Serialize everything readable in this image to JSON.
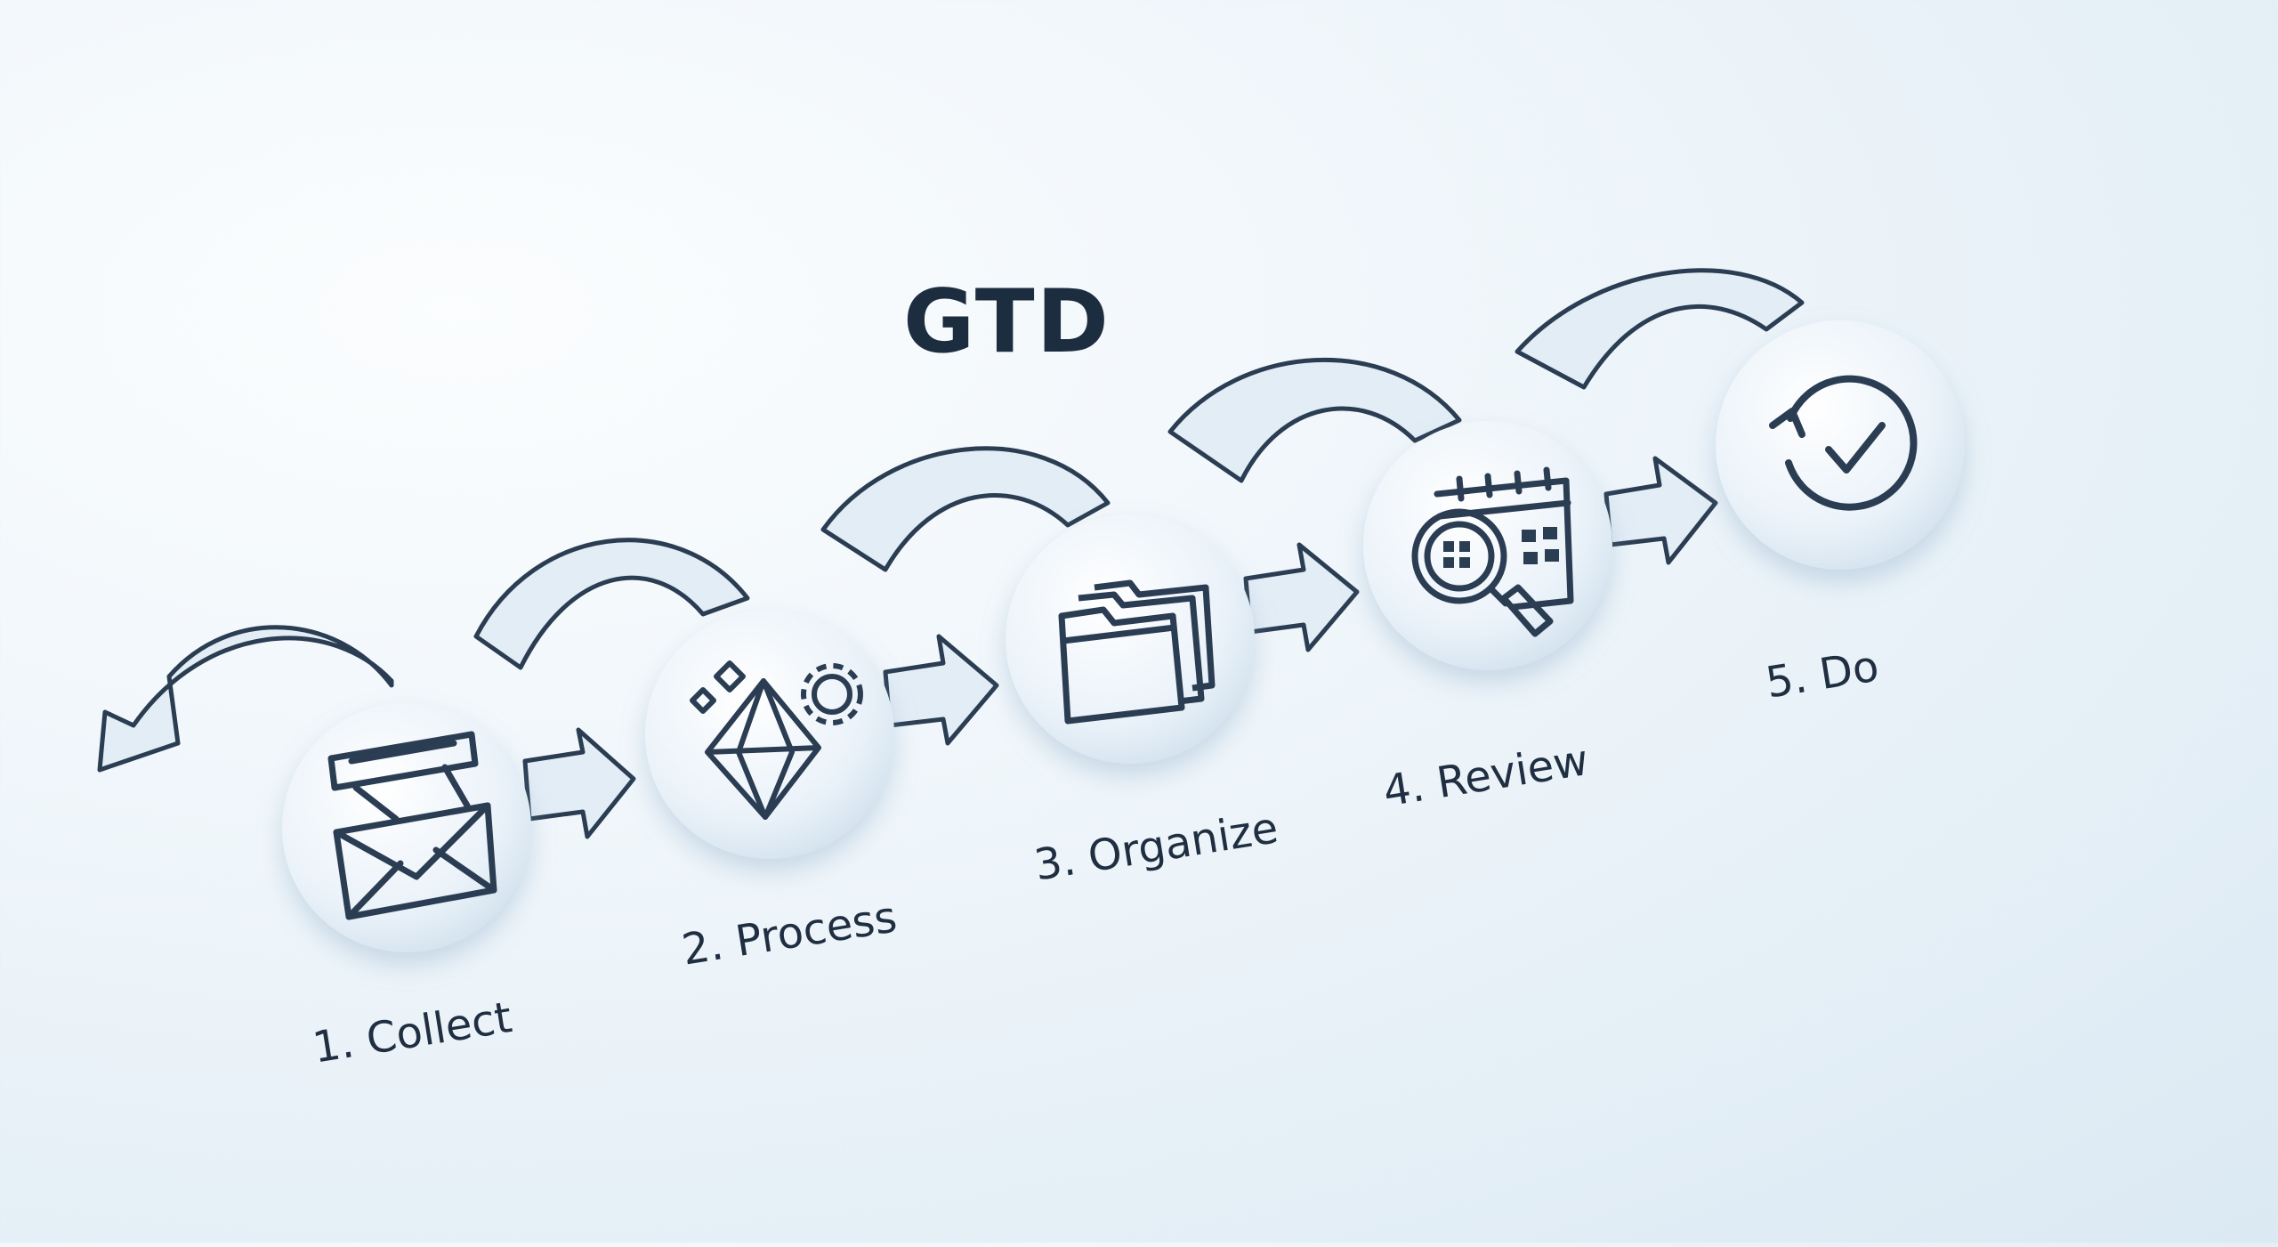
{
  "diagram": {
    "title": "GTD",
    "steps": [
      {
        "label": "1. Collect",
        "icon": "inbox-envelope-icon"
      },
      {
        "label": "2. Process",
        "icon": "diamond-gear-icon"
      },
      {
        "label": "3. Organize",
        "icon": "folders-icon"
      },
      {
        "label": "4. Review",
        "icon": "calendar-magnifier-icon"
      },
      {
        "label": "5. Do",
        "icon": "cycle-check-icon"
      }
    ]
  },
  "colors": {
    "stroke": "#2b3d52",
    "circle_fill": "#e9f2f9",
    "arrow_fill": "#e3edf6",
    "background": "#eef5fa"
  }
}
